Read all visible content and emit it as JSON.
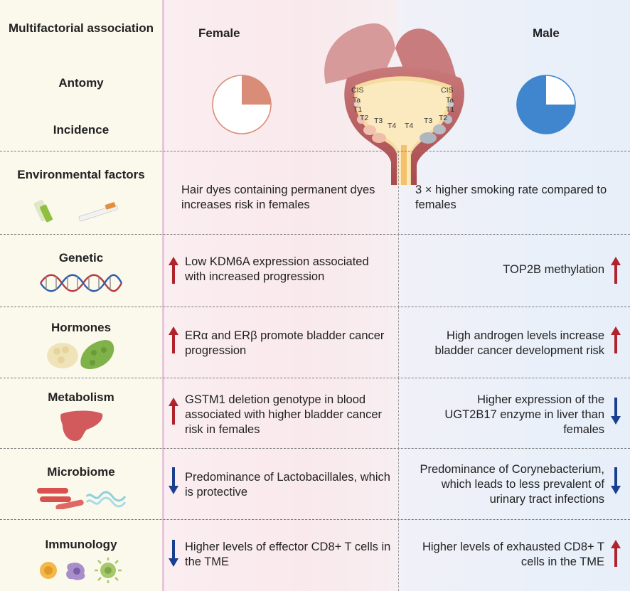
{
  "header": {
    "category_title": "Multifactorial association",
    "female_title": "Female",
    "male_title": "Male"
  },
  "top_labels": {
    "anatomy": "Antomy",
    "incidence": "Incidence"
  },
  "incidence": {
    "female_fraction": 0.25,
    "male_fraction": 0.75,
    "female_color": "#d98d78",
    "male_color": "#3f86cf"
  },
  "stages": {
    "left": [
      "CIS",
      "Ta",
      "T1",
      "T2",
      "T3",
      "T4"
    ],
    "right": [
      "CIS",
      "Ta",
      "T1",
      "T2",
      "T3",
      "T4"
    ]
  },
  "colors": {
    "up_arrow": "#b0232d",
    "down_arrow": "#1b3f8f"
  },
  "rows": [
    {
      "category": "Environmental factors",
      "female_text": "Hair dyes containing permanent dyes increases risk in females",
      "female_arrow": "none",
      "male_text": "3 × higher smoking rate compared to females",
      "male_arrow": "none",
      "icon": "hair-dye-and-cigarette-icon"
    },
    {
      "category": "Genetic",
      "female_text": "Low KDM6A expression associated with increased progression",
      "female_arrow": "up",
      "male_text": "TOP2B methylation",
      "male_arrow": "up",
      "icon": "dna-icon"
    },
    {
      "category": "Hormones",
      "female_text": "ERα and ERβ promote bladder cancer progression",
      "female_arrow": "up",
      "male_text": "High androgen levels increase bladder cancer development risk",
      "male_arrow": "up",
      "icon": "hormone-glands-icon"
    },
    {
      "category": "Metabolism",
      "female_text": "GSTM1 deletion genotype in blood associated with higher bladder cancer risk in females",
      "female_arrow": "up",
      "male_text": "Higher expression of the UGT2B17 enzyme in liver than females",
      "male_arrow": "down",
      "icon": "liver-icon"
    },
    {
      "category": "Microbiome",
      "female_text": "Predominance of Lactobacillales, which is protective",
      "female_arrow": "down",
      "male_text": "Predominance of Corynebacterium, which leads to less prevalent of urinary tract infections",
      "male_arrow": "down",
      "icon": "bacteria-icon"
    },
    {
      "category": "Immunology",
      "female_text": "Higher levels of effector CD8+ T cells in the TME",
      "female_arrow": "down",
      "male_text": "Higher levels of exhausted CD8+ T cells in the TME",
      "male_arrow": "up",
      "icon": "immune-cells-icon"
    }
  ]
}
